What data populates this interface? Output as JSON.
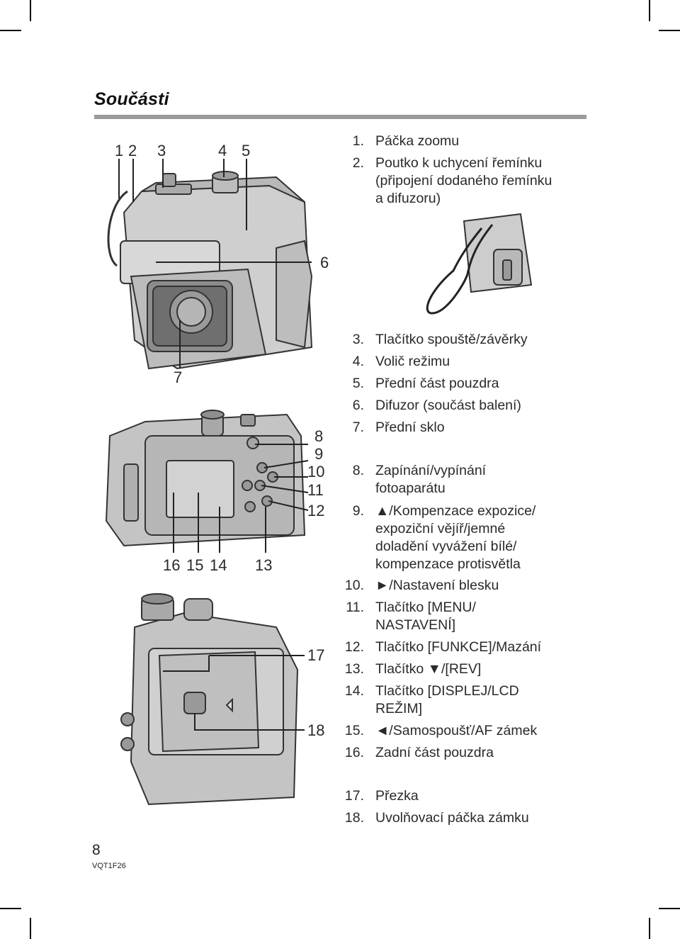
{
  "header": {
    "title": "Součásti"
  },
  "parts": [
    {
      "num": "1.",
      "text": "Páčka zoomu"
    },
    {
      "num": "2.",
      "text": "Poutko k uchycení řemínku (připojení dodaného řemínku a difuzoru)"
    },
    {
      "num": "3.",
      "text": "Tlačítko spouště/závěrky"
    },
    {
      "num": "4.",
      "text": "Volič režimu"
    },
    {
      "num": "5.",
      "text": "Přední část pouzdra"
    },
    {
      "num": "6.",
      "text": "Difuzor (součást balení)"
    },
    {
      "num": "7.",
      "text": "Přední sklo"
    },
    {
      "num": "8.",
      "text": "Zapínání/vypínání fotoaparátu"
    },
    {
      "num": "9.",
      "text": "▲/Kompenzace expozice/ expoziční vějíř/jemné doladění vyvážení bílé/ kompenzace protisvětla"
    },
    {
      "num": "10.",
      "text": "►/Nastavení blesku"
    },
    {
      "num": "11.",
      "text": "Tlačítko [MENU/ NASTAVENÍ]"
    },
    {
      "num": "12.",
      "text": "Tlačítko [FUNKCE]/Mazání"
    },
    {
      "num": "13.",
      "text": "Tlačítko ▼/[REV]"
    },
    {
      "num": "14.",
      "text": "Tlačítko [DISPLEJ/LCD REŽIM]"
    },
    {
      "num": "15.",
      "text": "◄/Samospoušť/AF zámek"
    },
    {
      "num": "16.",
      "text": "Zadní část pouzdra"
    },
    {
      "num": "17.",
      "text": "Přezka"
    },
    {
      "num": "18.",
      "text": "Uvolňovací páčka zámku"
    }
  ],
  "callouts": {
    "front": [
      "1",
      "2",
      "3",
      "4",
      "5",
      "6",
      "7"
    ],
    "back": [
      "8",
      "9",
      "10",
      "11",
      "12",
      "16",
      "15",
      "14",
      "13"
    ],
    "bottom": [
      "17",
      "18"
    ]
  },
  "footer": {
    "page_number": "8",
    "code": "VQT1F26"
  }
}
